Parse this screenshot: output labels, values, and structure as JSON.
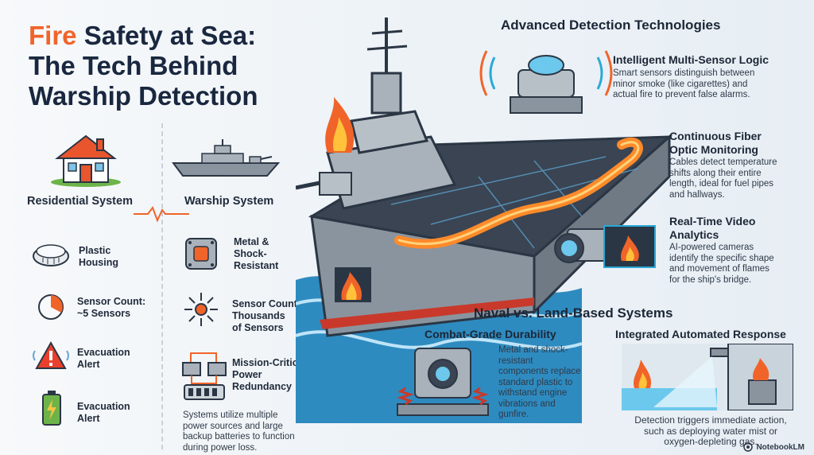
{
  "title": {
    "accent": "Fire",
    "line1_rest": "Safety at Sea:",
    "line2": "The Tech Behind",
    "line3": "Warship Detection"
  },
  "comparison": {
    "residential_label": "Residential System",
    "warship_label": "Warship System",
    "residential_items": [
      {
        "icon": "smoke-detector-icon",
        "label": "Plastic\nHousing"
      },
      {
        "icon": "pie-gauge-icon",
        "label": "Sensor Count:\n~5 Sensors"
      },
      {
        "icon": "warning-triangle-icon",
        "label": "Evacuation\nAlert"
      },
      {
        "icon": "battery-icon",
        "label": "Evacuation\nAlert"
      }
    ],
    "warship_items": [
      {
        "icon": "metal-detector-icon",
        "label": "Metal &\nShock-\nResistant"
      },
      {
        "icon": "sensor-network-icon",
        "label": "Sensor Count:\nThousands\nof Sensors"
      },
      {
        "icon": "battery-bank-icon",
        "label": "Mission-Critical\nPower\nRedundancy"
      }
    ],
    "power_note": "Systems utilize multiple\npower sources and large\nbackup batteries to function\nduring power loss."
  },
  "advanced": {
    "heading": "Advanced Detection Technologies",
    "features": [
      {
        "title": "Intelligent Multi-Sensor Logic",
        "body": "Smart sensors distinguish between\nminor smoke (like cigarettes) and\nactual fire to prevent false alarms."
      },
      {
        "title": "Continuous Fiber\nOptic Monitoring",
        "body": "Cables detect temperature\nshifts along their entire\nlength, ideal for fuel pipes\nand hallways."
      },
      {
        "title": "Real-Time Video\nAnalytics",
        "body": "AI-powered cameras\nidentify the specific shape\nand movement of flames\nfor the ship's bridge."
      }
    ]
  },
  "naval": {
    "heading": "Naval vs. Land-Based Systems",
    "durability_title": "Combat-Grade Durability",
    "durability_body": "Metal and shock-\nresistant\ncomponents replace\nstandard plastic to\nwithstand engine\nvibrations and\ngunfire.",
    "response_title": "Integrated Automated Response",
    "response_body": "Detection triggers immediate action,\nsuch as deploying water mist or\noxygen-depleting gas."
  },
  "footer": {
    "brand": "NotebookLM"
  },
  "colors": {
    "accent": "#f0642a",
    "navy": "#19273f",
    "steel": "#8a949e",
    "sea": "#2e8bc0",
    "fiber": "#ff8a2a"
  }
}
